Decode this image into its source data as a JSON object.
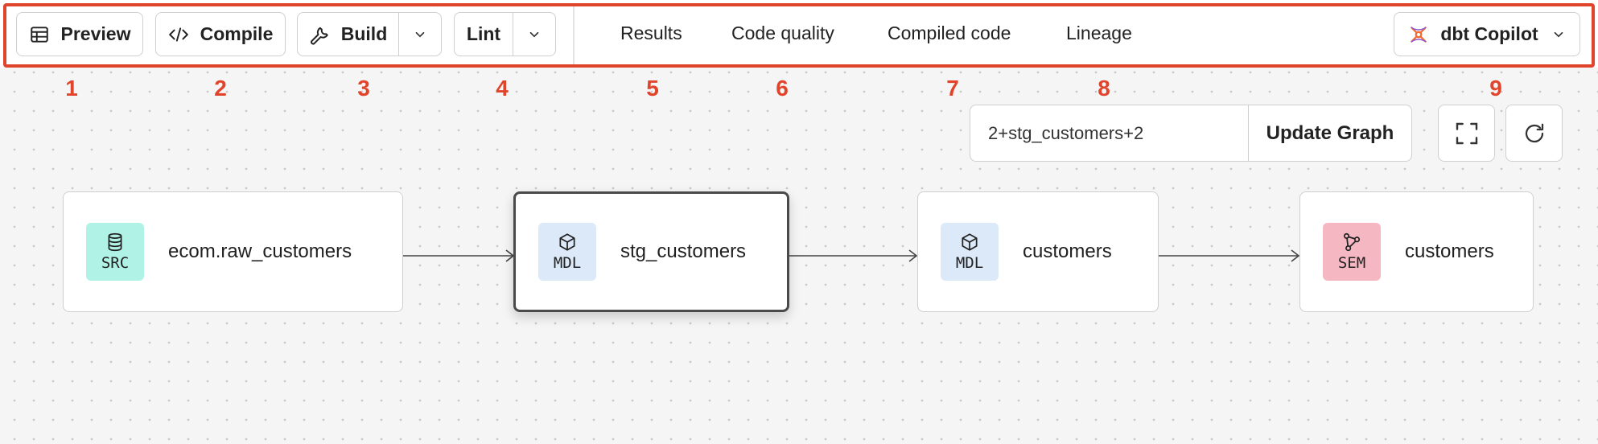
{
  "toolbar": {
    "preview_label": "Preview",
    "compile_label": "Compile",
    "build_label": "Build",
    "lint_label": "Lint",
    "tabs": [
      {
        "label": "Results"
      },
      {
        "label": "Code quality"
      },
      {
        "label": "Compiled code"
      },
      {
        "label": "Lineage"
      }
    ],
    "active_tab": "Lineage",
    "copilot_label": "dbt Copilot"
  },
  "callouts": [
    "1",
    "2",
    "3",
    "4",
    "5",
    "6",
    "7",
    "8",
    "9"
  ],
  "graph_controls": {
    "selector_value": "2+stg_customers+2",
    "update_label": "Update Graph"
  },
  "lineage": {
    "nodes": [
      {
        "type": "SRC",
        "label": "ecom.raw_customers",
        "icon": "database-icon",
        "color": "#b0f3e6"
      },
      {
        "type": "MDL",
        "label": "stg_customers",
        "icon": "cube-icon",
        "color": "#dbe9f9",
        "selected": true
      },
      {
        "type": "MDL",
        "label": "customers",
        "icon": "cube-icon",
        "color": "#dbe9f9"
      },
      {
        "type": "SEM",
        "label": "customers",
        "icon": "semantic-graph-icon",
        "color": "#f5b8c2"
      }
    ]
  },
  "colors": {
    "accent": "#e0452c",
    "border": "#cfcfcf",
    "src_badge": "#b0f3e6",
    "mdl_badge": "#dbe9f9",
    "sem_badge": "#f5b8c2"
  }
}
